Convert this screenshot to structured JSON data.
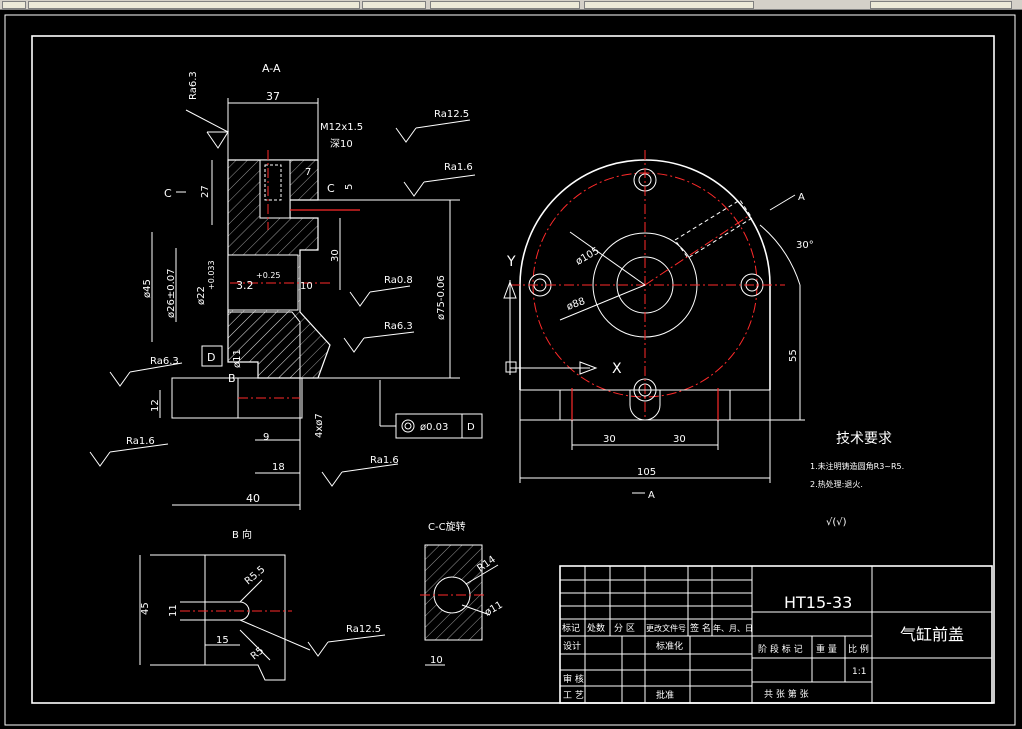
{
  "toolbar": {
    "segments": 6
  },
  "views": {
    "aa_title": "A-A",
    "b_title": "B 向",
    "cc_title": "C-C旋转",
    "c_left": "C",
    "c_right": "C",
    "b_mark": "B",
    "x_axis": "X",
    "y_axis": "Y",
    "a_top": "A",
    "a_bottom": "A",
    "d_box": "D"
  },
  "dimensions": {
    "d37": "37",
    "m12": "M12x1.5",
    "deep10": "深10",
    "d27": "27",
    "d7": "7",
    "d5": "5",
    "d30v": "30",
    "d45": "ø45",
    "d26": "ø26±0.07",
    "d22": "ø22",
    "d22tol": "+0.033",
    "d32": "3.2",
    "d32tol": "+0.25",
    "d10": "10",
    "d75": "ø75-0.06",
    "d11": "ø11",
    "d12": "12",
    "d9": "9",
    "d4x7": "4xø7",
    "d18": "18",
    "d40": "40",
    "d105c": "ø105",
    "d88": "ø88",
    "a30": "30°",
    "d55": "55",
    "d30a": "30",
    "d30b": "30",
    "d105": "105",
    "b45": "45",
    "b11": "11",
    "b15": "15",
    "br55": "R5.5",
    "br5": "R5",
    "cr14": "R14",
    "c11": "ø11",
    "c10": "10"
  },
  "roughness": {
    "ra63a": "Ra6.3",
    "ra125a": "Ra12.5",
    "ra16a": "Ra1.6",
    "ra08": "Ra0.8",
    "ra63b": "Ra6.3",
    "ra63c": "Ra6.3",
    "ra16b": "Ra1.6",
    "ra16c": "Ra1.6",
    "ra125b": "Ra12.5"
  },
  "tolerance": {
    "value": "ø0.03",
    "datum": "D"
  },
  "notes": {
    "title": "技术要求",
    "n1": "1.未注明铸造圆角R3~R5.",
    "n2": "2.热处理:退火.",
    "symbol": "√(√)"
  },
  "title_block": {
    "material": "HT15-33",
    "part_name": "气缸前盖",
    "scale": "1:1",
    "h_mark": "标记",
    "h_count": "处数",
    "h_zone": "分 区",
    "h_doc": "更改文件号",
    "h_sign": "签 名",
    "h_date": "年、月、日",
    "design": "设计",
    "standard": "标准化",
    "review": "审 核",
    "process": "工 艺",
    "approve": "批准",
    "stage": "阶 段 标 记",
    "weight": "重 量",
    "ratio": "比 例",
    "sheets": "共    张  第    张"
  }
}
